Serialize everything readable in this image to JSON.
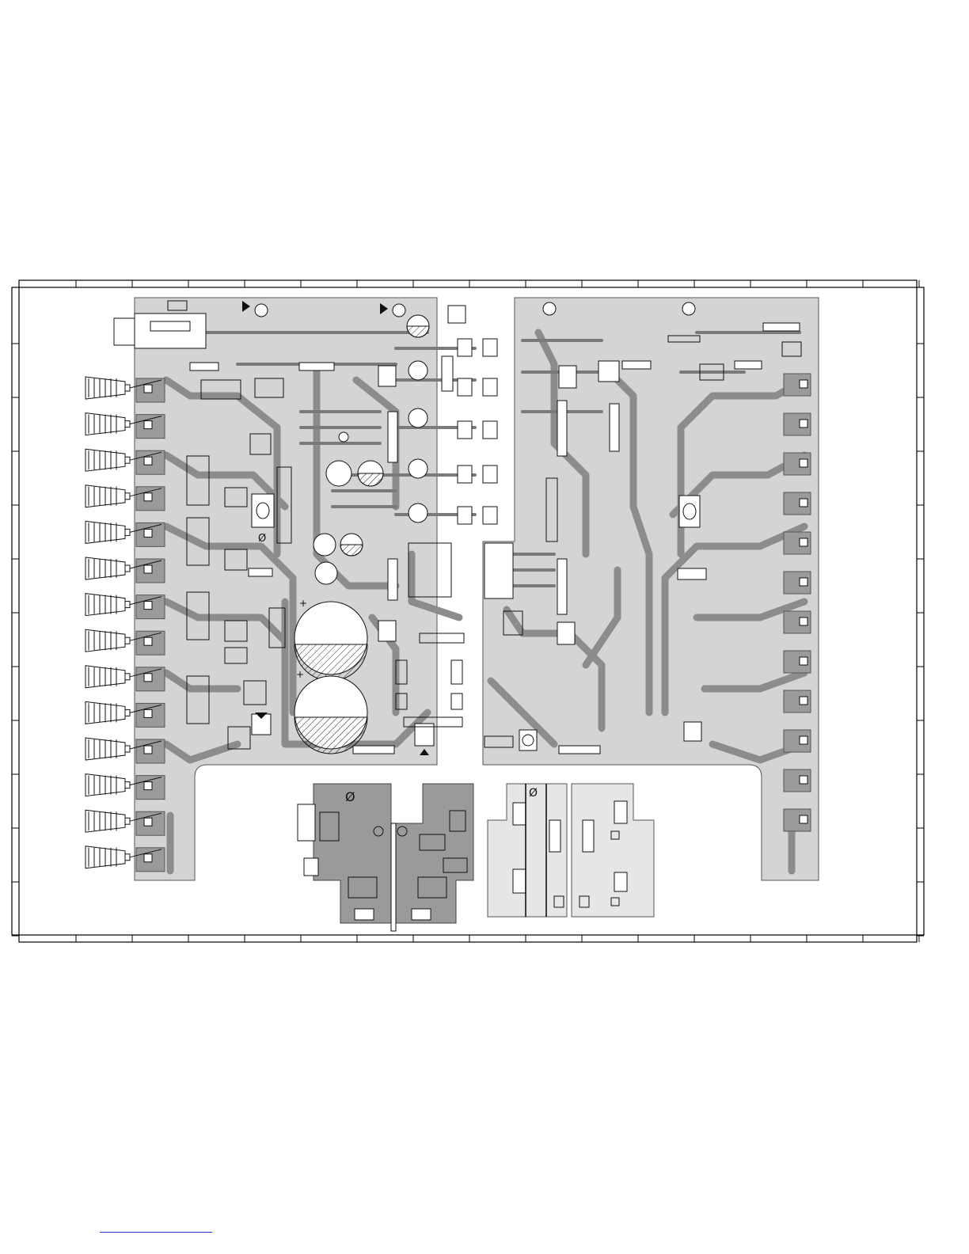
{
  "diagram": {
    "kind": "pcb-layout-drawing",
    "colors": {
      "board": "#d4d4d4",
      "copper": "#8c8c8c",
      "subboard_dark": "#9a9a9a",
      "outline": "#111111",
      "link_underline": "#2233cc"
    },
    "markings": [
      "Ø",
      "Ø",
      "Ø",
      "+",
      "+"
    ],
    "sections": [
      {
        "name": "main-board-left",
        "features": [
          "input-connectors",
          "power-supply",
          "filter-capacitors"
        ]
      },
      {
        "name": "main-board-right",
        "features": [
          "amplifier-channels",
          "control-ics"
        ]
      },
      {
        "name": "sub-board-bottom-left",
        "features": [
          "jack-input"
        ]
      },
      {
        "name": "sub-board-bottom-right",
        "features": [
          "connector-headers"
        ]
      }
    ],
    "jack_count": 14
  },
  "footer": {
    "link_text": ""
  }
}
